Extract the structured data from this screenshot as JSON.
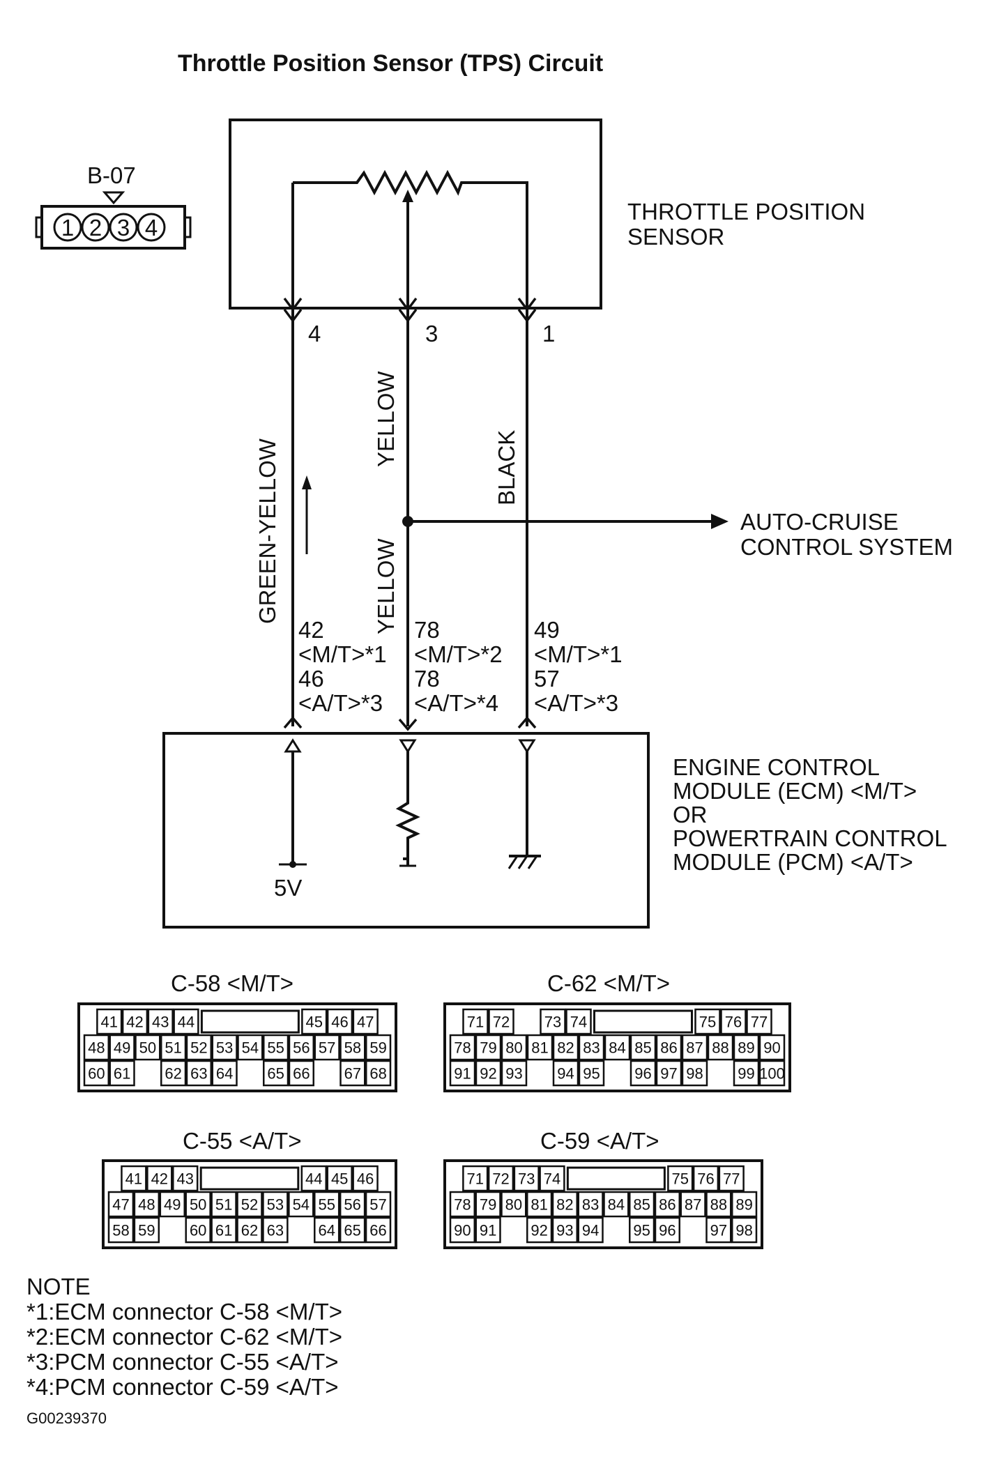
{
  "title": "Throttle Position Sensor (TPS) Circuit",
  "sensor_connector": {
    "id": "B-07",
    "pins": [
      "1",
      "2",
      "3",
      "4"
    ]
  },
  "sensor_label": [
    "THROTTLE POSITION",
    "SENSOR"
  ],
  "sensor_pins": [
    "4",
    "3",
    "1"
  ],
  "wires": {
    "left": "GREEN-YELLOW",
    "middle_upper": "YELLOW",
    "middle_lower": "YELLOW",
    "right": "BLACK"
  },
  "auto_cruise": [
    "AUTO-CRUISE",
    "CONTROL SYSTEM"
  ],
  "terminals": {
    "left": [
      "42",
      "<M/T>*1",
      "46",
      "<A/T>*3"
    ],
    "middle": [
      "78",
      "<M/T>*2",
      "78",
      "<A/T>*4"
    ],
    "right": [
      "49",
      "<M/T>*1",
      "57",
      "<A/T>*3"
    ]
  },
  "module_label": [
    "ENGINE CONTROL",
    "MODULE (ECM) <M/T>",
    "OR",
    "POWERTRAIN CONTROL",
    "MODULE (PCM) <A/T>"
  ],
  "supply_voltage": "5V",
  "connectors": [
    {
      "title": "C-58 <M/T>",
      "rows": [
        [
          "41",
          "42",
          "43",
          "44",
          "",
          "",
          "",
          "",
          "45",
          "46",
          "47"
        ],
        [
          "48",
          "49",
          "50",
          "51",
          "52",
          "53",
          "54",
          "55",
          "56",
          "57",
          "58",
          "59"
        ],
        [
          "60",
          "61",
          "",
          "62",
          "63",
          "64",
          "",
          "65",
          "66",
          "",
          "67",
          "68"
        ]
      ]
    },
    {
      "title": "C-62 <M/T>",
      "rows": [
        [
          "71",
          "72",
          "",
          "73",
          "74",
          "",
          "",
          "",
          "",
          "75",
          "76",
          "77"
        ],
        [
          "78",
          "79",
          "80",
          "81",
          "82",
          "83",
          "84",
          "85",
          "86",
          "87",
          "88",
          "89",
          "90"
        ],
        [
          "91",
          "92",
          "93",
          "",
          "94",
          "95",
          "",
          "96",
          "97",
          "98",
          "",
          "99",
          "100"
        ]
      ]
    },
    {
      "title": "C-55 <A/T>",
      "rows": [
        [
          "41",
          "42",
          "43",
          "",
          "",
          "",
          "",
          "44",
          "45",
          "46"
        ],
        [
          "47",
          "48",
          "49",
          "50",
          "51",
          "52",
          "53",
          "54",
          "55",
          "56",
          "57"
        ],
        [
          "58",
          "59",
          "",
          "60",
          "61",
          "62",
          "63",
          "",
          "64",
          "65",
          "66"
        ]
      ]
    },
    {
      "title": "C-59 <A/T>",
      "rows": [
        [
          "71",
          "72",
          "73",
          "74",
          "",
          "",
          "",
          "",
          "75",
          "76",
          "77"
        ],
        [
          "78",
          "79",
          "80",
          "81",
          "82",
          "83",
          "84",
          "85",
          "86",
          "87",
          "88",
          "89"
        ],
        [
          "90",
          "91",
          "",
          "92",
          "93",
          "94",
          "",
          "95",
          "96",
          "",
          "97",
          "98"
        ]
      ]
    }
  ],
  "notes": {
    "heading": "NOTE",
    "items": [
      "*1:ECM connector C-58 <M/T>",
      "*2:ECM connector C-62 <M/T>",
      "*3:PCM connector C-55 <A/T>",
      "*4:PCM connector C-59 <A/T>"
    ]
  },
  "figure_id": "G00239370"
}
